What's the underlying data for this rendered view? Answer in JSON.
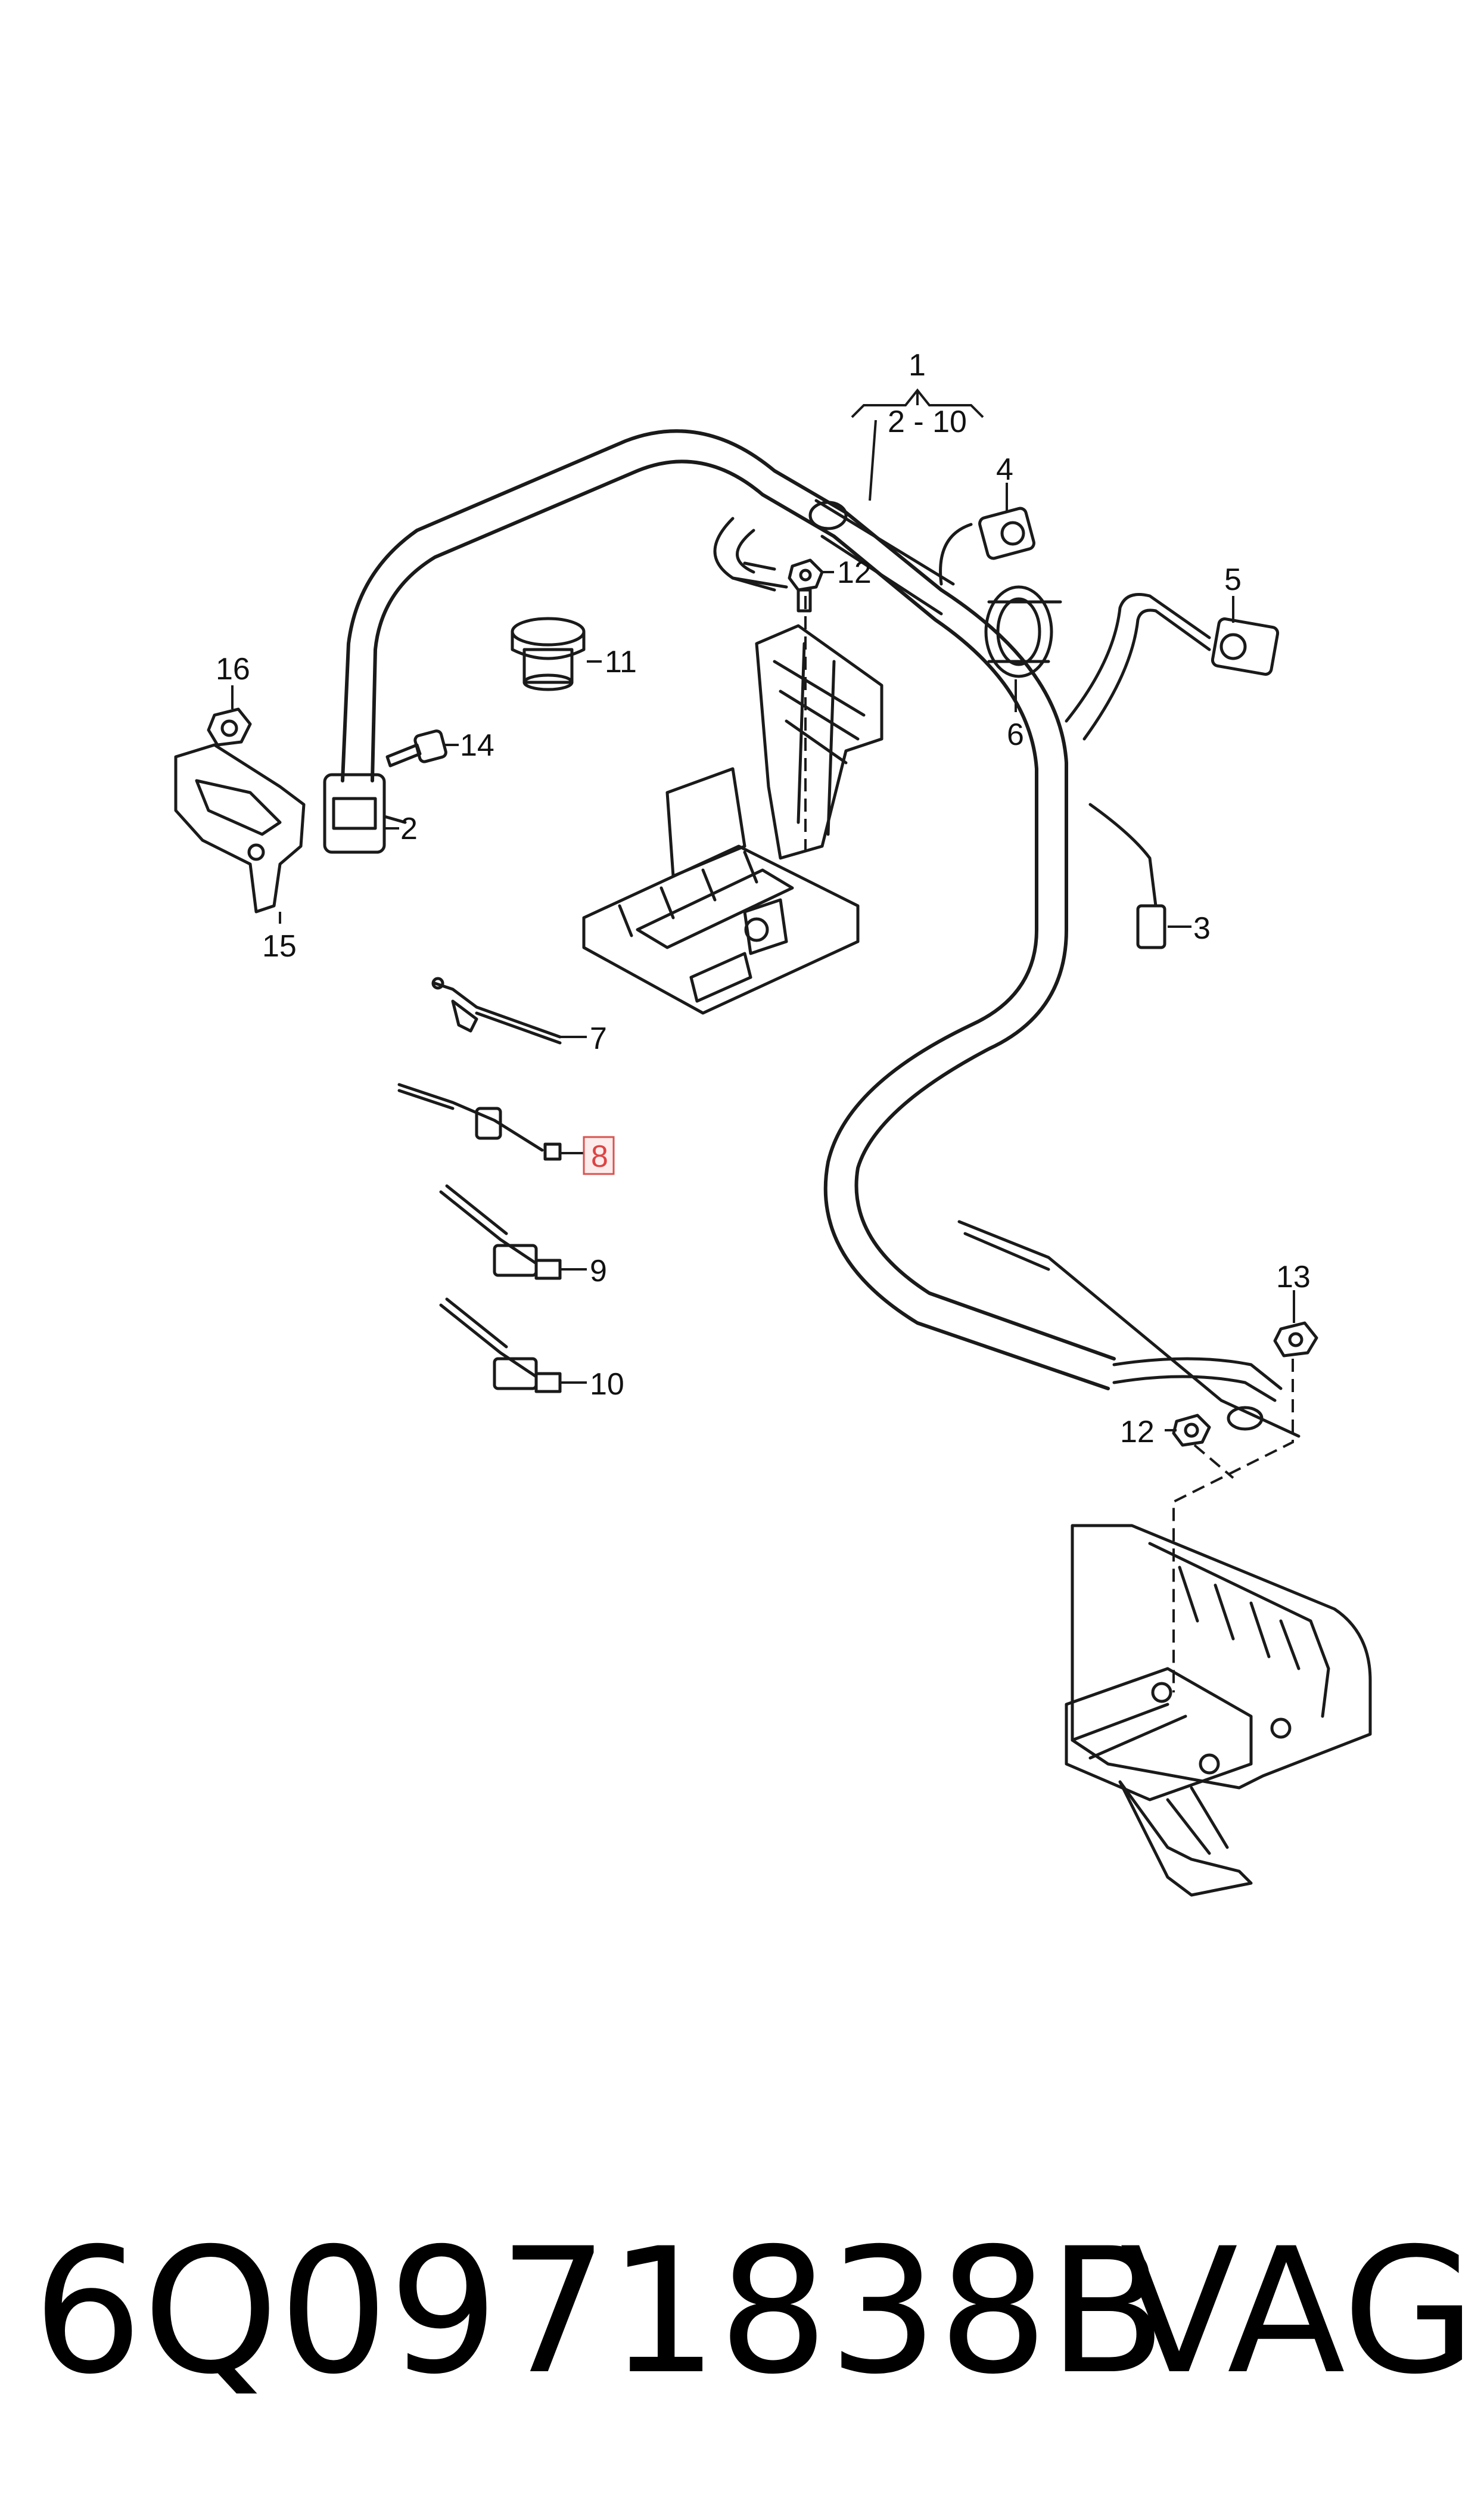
{
  "callouts": {
    "c1": "1",
    "c1_range": "2 - 10",
    "c2": "2",
    "c3": "3",
    "c4": "4",
    "c5": "5",
    "c6": "6",
    "c7": "7",
    "c8": "8",
    "c9": "9",
    "c10": "10",
    "c11": "11",
    "c12a": "12",
    "c12b": "12",
    "c13": "13",
    "c14": "14",
    "c15": "15",
    "c16": "16"
  },
  "footer": {
    "part_number": "6Q0971838B",
    "brand": "VAG"
  },
  "colors": {
    "line": "#1a1a1a",
    "highlight": "#d9534f",
    "highlight_fill": "#fdecec"
  }
}
